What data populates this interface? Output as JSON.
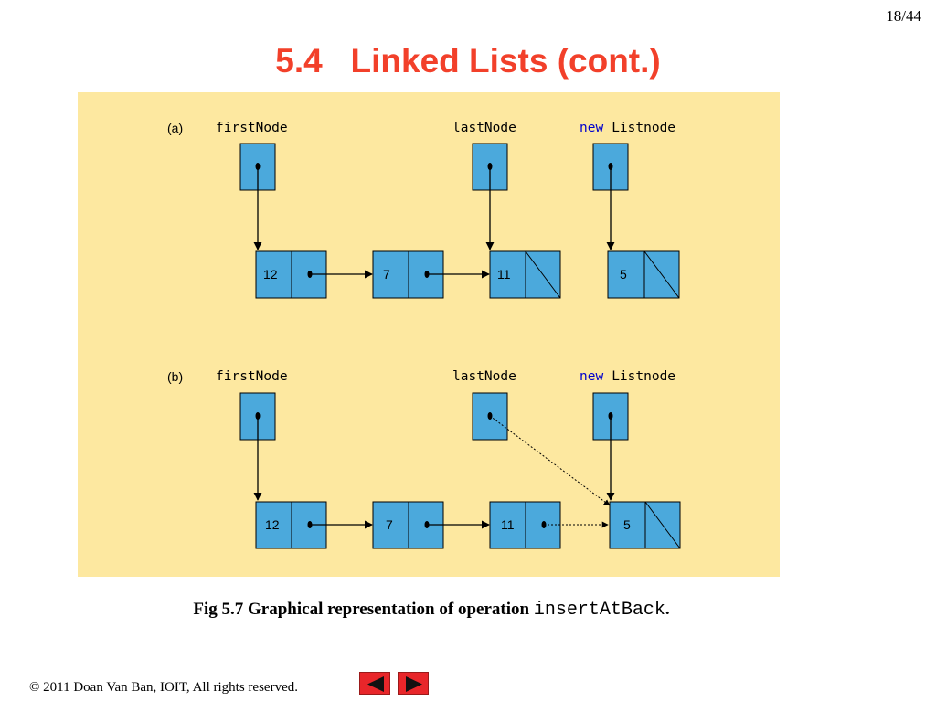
{
  "page_number": "18/44",
  "title": "5.4   Linked Lists (cont.)",
  "colors": {
    "title": "#f2402a",
    "panel_background": "#fde8a0",
    "node_fill": "#4ba9dc",
    "keyword": "#0000cc",
    "nav_button": "#e8262a"
  },
  "diagram": {
    "part_a": {
      "label": "(a)",
      "pointers": {
        "first": "firstNode",
        "last": "lastNode",
        "new_keyword": "new",
        "new_type": "Listnode"
      },
      "list_values": [
        "12",
        "7",
        "11"
      ],
      "new_node_value": "5"
    },
    "part_b": {
      "label": "(b)",
      "pointers": {
        "first": "firstNode",
        "last": "lastNode",
        "new_keyword": "new",
        "new_type": "Listnode"
      },
      "list_values": [
        "12",
        "7",
        "11"
      ],
      "new_node_value": "5"
    }
  },
  "caption": {
    "prefix": "Fig 5.7 Graphical representation of operation ",
    "code": "insertAtBack",
    "suffix": "."
  },
  "footer": {
    "copyright_symbol": "©",
    "copyright_text": " 2011 Doan Van Ban,  IOIT, All rights reserved."
  },
  "nav": {
    "prev_icon": "triangle-left-icon",
    "next_icon": "triangle-right-icon"
  }
}
